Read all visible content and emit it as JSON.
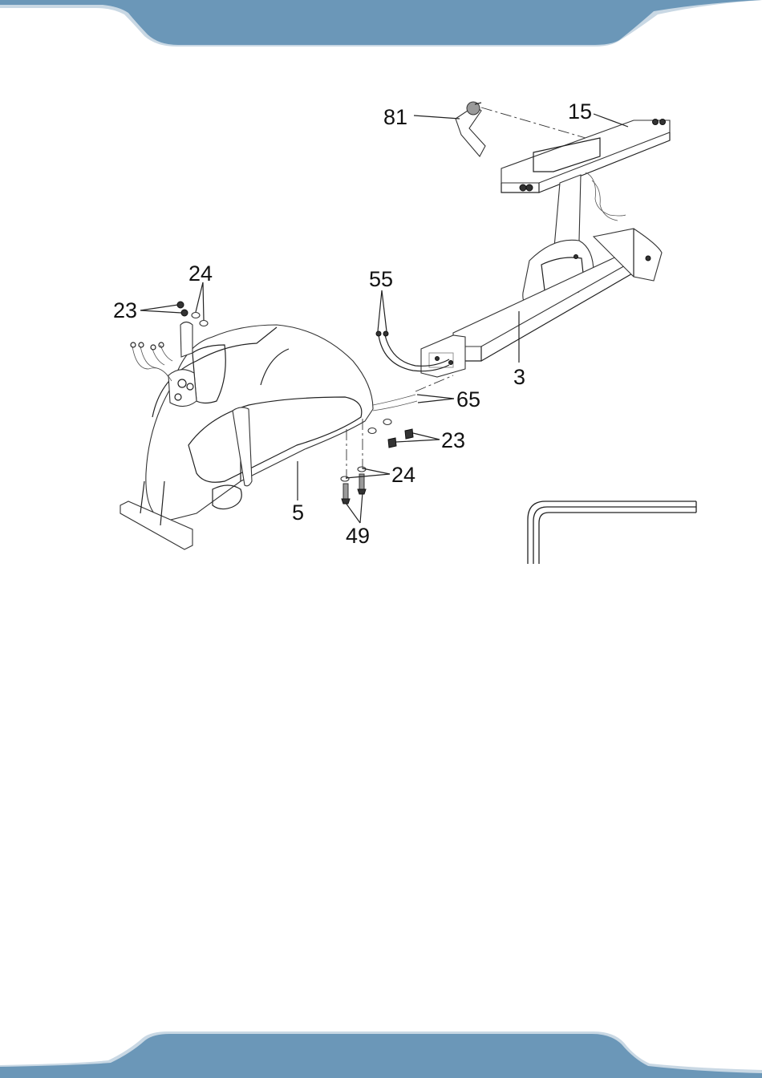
{
  "colors": {
    "band": "#6b97b8",
    "band_shadow": "#c9d8e4",
    "linework": "#222222"
  },
  "callouts": {
    "p81": "81",
    "p15": "15",
    "p24_top": "24",
    "p23_top": "23",
    "p55": "55",
    "p3": "3",
    "p65": "65",
    "p23_right": "23",
    "p24_bottom": "24",
    "p5": "5",
    "p49": "49"
  },
  "icons": {
    "hex_key": "allen-wrench-icon"
  }
}
